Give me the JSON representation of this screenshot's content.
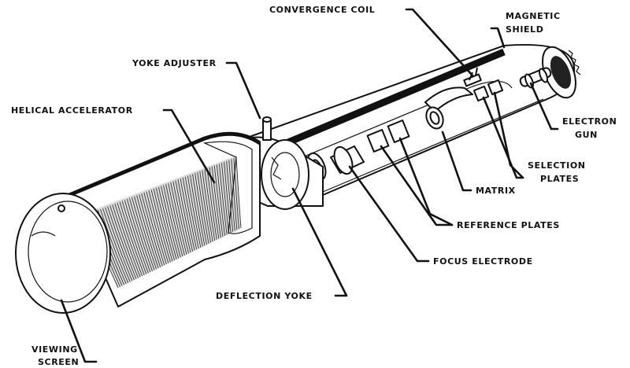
{
  "labels": {
    "convergence_coil": "CONVERGENCE COIL",
    "magnetic_shield_1": "MAGNETIC",
    "magnetic_shield_2": "SHIELD",
    "yoke_adjuster": "YOKE ADJUSTER",
    "helical_accelerator": "HELICAL ACCELERATOR",
    "electron_gun_1": "ELECTRON",
    "electron_gun_2": "GUN",
    "selection_plates_1": "SELECTION",
    "selection_plates_2": "PLATES",
    "matrix": "MATRIX",
    "reference_plates": "REFERENCE PLATES",
    "focus_electrode": "FOCUS ELECTRODE",
    "deflection_yoke": "DEFLECTION YOKE",
    "viewing_screen_1": "VIEWING",
    "viewing_screen_2": "SCREEN"
  },
  "colors": {
    "ink": "#111111",
    "paper": "#ffffff"
  }
}
